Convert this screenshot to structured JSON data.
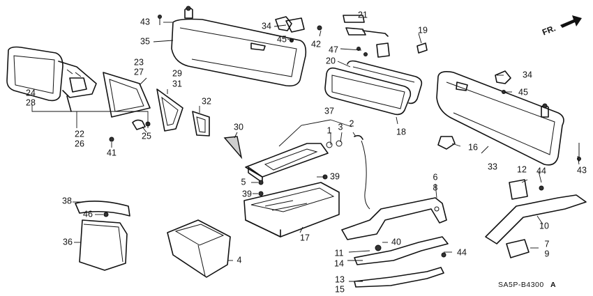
{
  "labels": {
    "p1": "1",
    "p2": "2",
    "p3": "3",
    "p4": "4",
    "p5": "5",
    "p6": "6",
    "p7": "7",
    "p8": "8",
    "p9": "9",
    "p10": "10",
    "p11": "11",
    "p12": "12",
    "p13": "13",
    "p14": "14",
    "p15": "15",
    "p16": "16",
    "p17": "17",
    "p18": "18",
    "p19": "19",
    "p20": "20",
    "p21": "21",
    "p22": "22",
    "p23": "23",
    "p24": "24",
    "p25": "25",
    "p26": "26",
    "p27": "27",
    "p28": "28",
    "p29": "29",
    "p30": "30",
    "p31": "31",
    "p32": "32",
    "p33": "33",
    "p34": "34",
    "p35": "35",
    "p36": "36",
    "p37": "37",
    "p38": "38",
    "p39": "39",
    "p40": "40",
    "p41": "41",
    "p42": "42",
    "p43": "43",
    "p44": "44",
    "p45": "45",
    "p46": "46",
    "p47": "47"
  },
  "direction_label": "FR.",
  "diagram_code": "SA5P-B4300",
  "diagram_code_suffix": "A"
}
